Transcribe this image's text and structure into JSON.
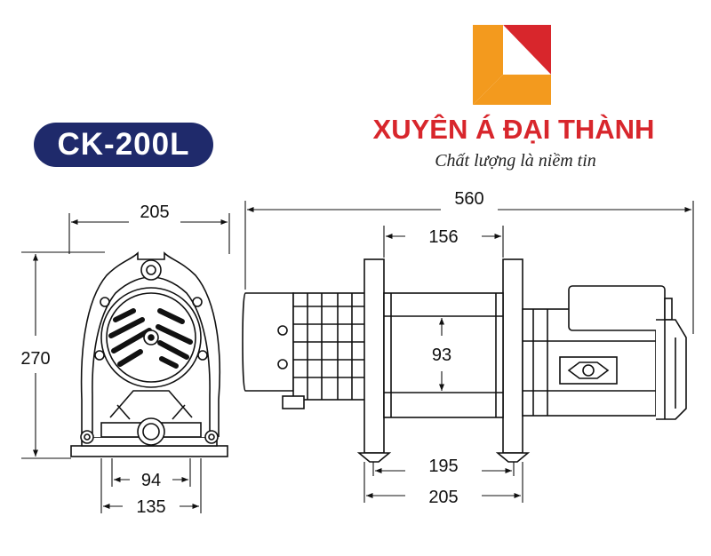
{
  "model": {
    "label": "CK-200L"
  },
  "brand": {
    "name": "XUYÊN Á ĐẠI THÀNH",
    "slogan": "Chất lượng là niềm tin",
    "colors": {
      "orange": "#f39a1e",
      "red": "#d8262c",
      "navy": "#1f2a6b"
    }
  },
  "front_view": {
    "dimensions": {
      "width": "205",
      "height": "270",
      "base_inner": "94",
      "base_outer": "135"
    }
  },
  "side_view": {
    "dimensions": {
      "overall_length": "560",
      "flange_span": "156",
      "drum_diameter": "93",
      "frame_inner": "195",
      "frame_outer": "205"
    }
  }
}
